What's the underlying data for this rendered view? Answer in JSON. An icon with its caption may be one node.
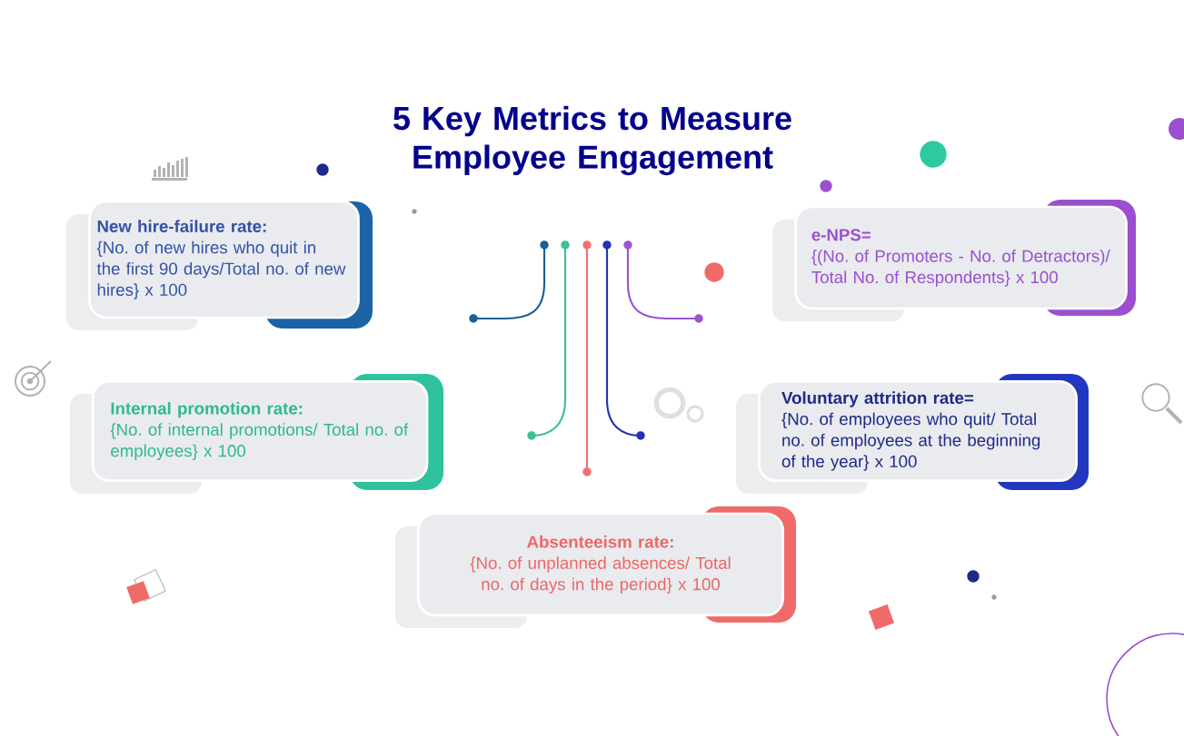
{
  "diagram": {
    "title": "5 Key Metrics to Measure Employee Engagement",
    "nodes": [
      {
        "text": [
          "New hire-failure rate:",
          "{No. of new hires who quit in the first 90 days/Total no. of new hires} x 100"
        ]
      },
      {
        "text": [
          "e-NPS=",
          "{(No. of Promoters - No. of Detractors)/ Total No. of Respondents} x 100"
        ]
      },
      {
        "text": [
          "Internal promotion rate:",
          "{No. of internal promotions/ Total no. of employees} x 100"
        ]
      },
      {
        "text": [
          "Voluntary attrition rate=",
          "{No. of employees who quit/ Total no. of employees at the beginning of the year} x 100"
        ]
      },
      {
        "text": [
          "Absenteeism rate:",
          "{No. of unplanned absences/ Total no. of days in the period} x 100"
        ]
      }
    ]
  }
}
